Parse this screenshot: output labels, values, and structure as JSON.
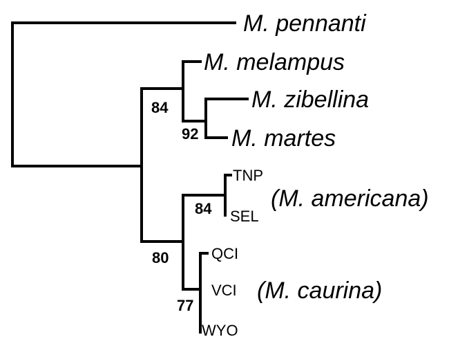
{
  "tree": {
    "taxa": {
      "pennanti": "M. pennanti",
      "melampus": "M. melampus",
      "zibellina": "M. zibellina",
      "martes": "M. martes"
    },
    "samples": {
      "tnp": "TNP",
      "sel": "SEL",
      "qci": "QCI",
      "vci": "VCI",
      "wyo": "WYO"
    },
    "groups": {
      "americana": "(M. americana)",
      "caurina": "(M. caurina)"
    },
    "support": {
      "old_world_clade": "84",
      "zibellina_martes": "92",
      "new_world_clade": "80",
      "americana_clade": "84",
      "caurina_clade": "77"
    },
    "colors": {
      "line": "#000000",
      "background": "#ffffff"
    }
  }
}
